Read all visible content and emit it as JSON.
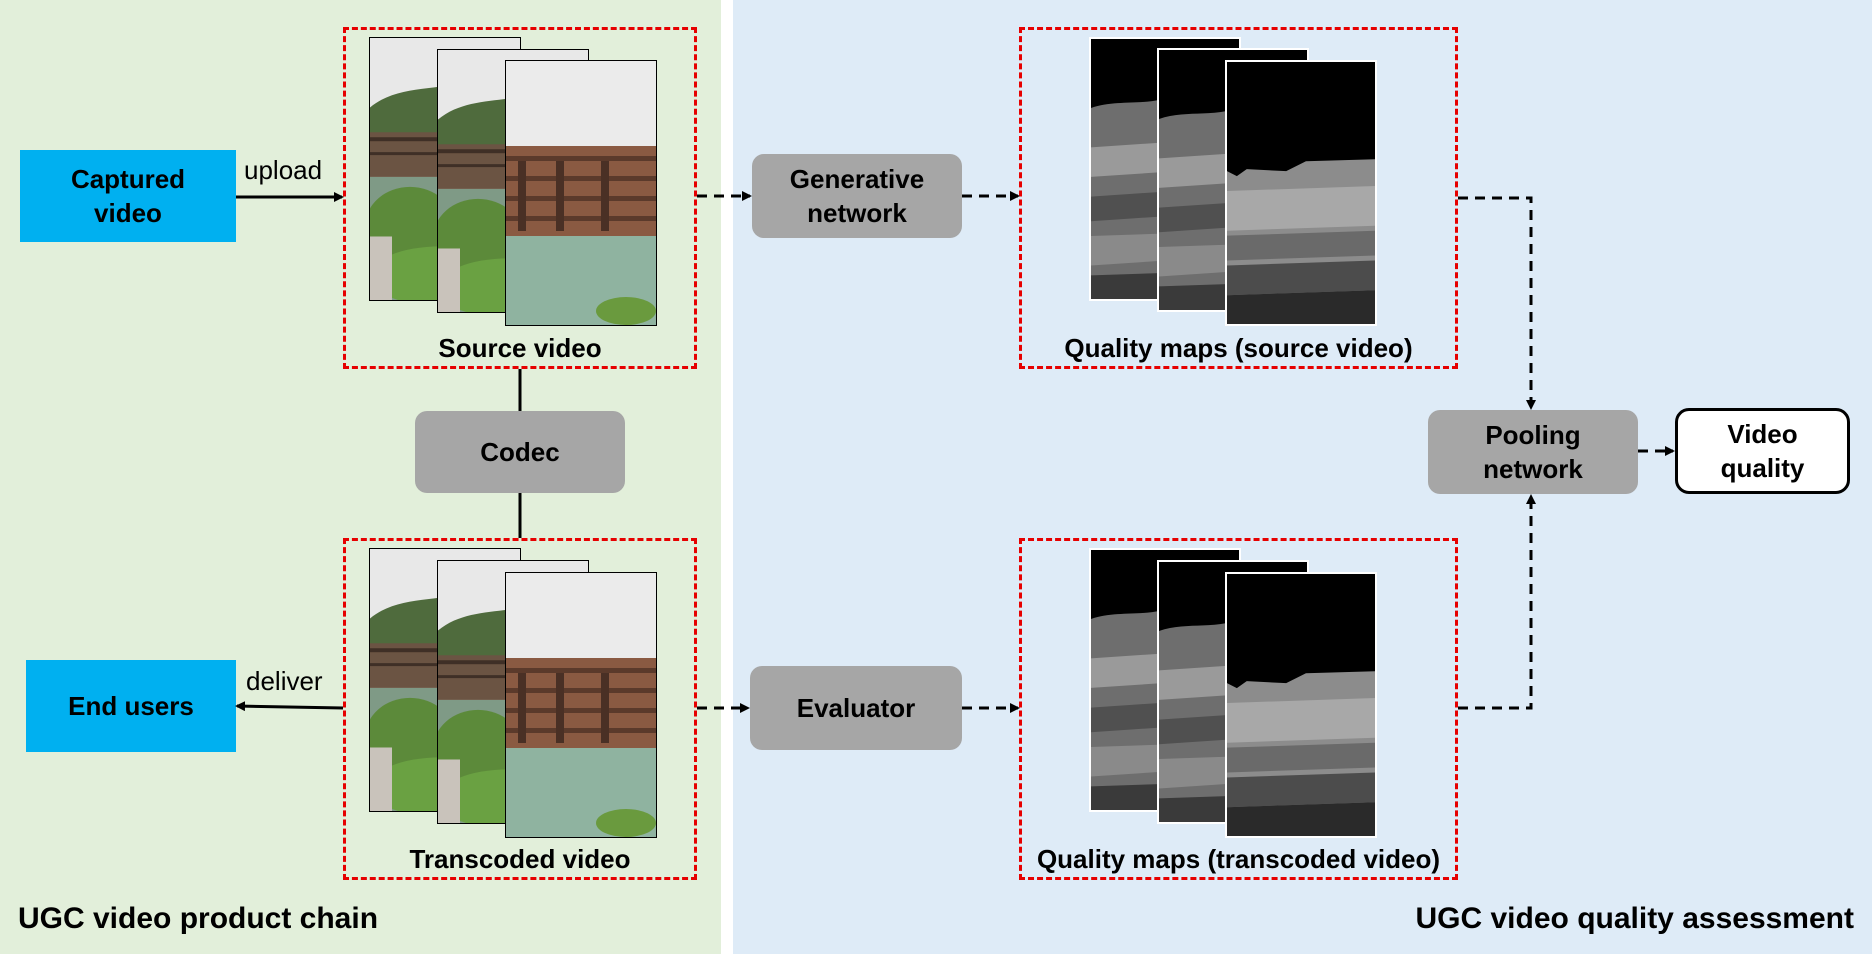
{
  "panels": {
    "left_title": "UGC video product chain",
    "right_title": "UGC video quality assessment"
  },
  "nodes": {
    "captured_video": "Captured\nvideo",
    "end_users": "End users",
    "codec": "Codec",
    "generative_network": "Generative\nnetwork",
    "evaluator": "Evaluator",
    "pooling_network": "Pooling\nnetwork",
    "video_quality": "Video\nquality"
  },
  "groups": {
    "source_video": "Source video",
    "transcoded_video": "Transcoded video",
    "quality_maps_source": "Quality maps (source video)",
    "quality_maps_transcoded": "Quality maps (transcoded video)"
  },
  "edge_labels": {
    "upload": "upload",
    "deliver": "deliver"
  },
  "colors": {
    "left_panel": "#e2efda",
    "right_panel": "#deebf7",
    "blue_box": "#00b0f0",
    "gray_box": "#a6a6a6",
    "dashed_border": "#e60000"
  }
}
